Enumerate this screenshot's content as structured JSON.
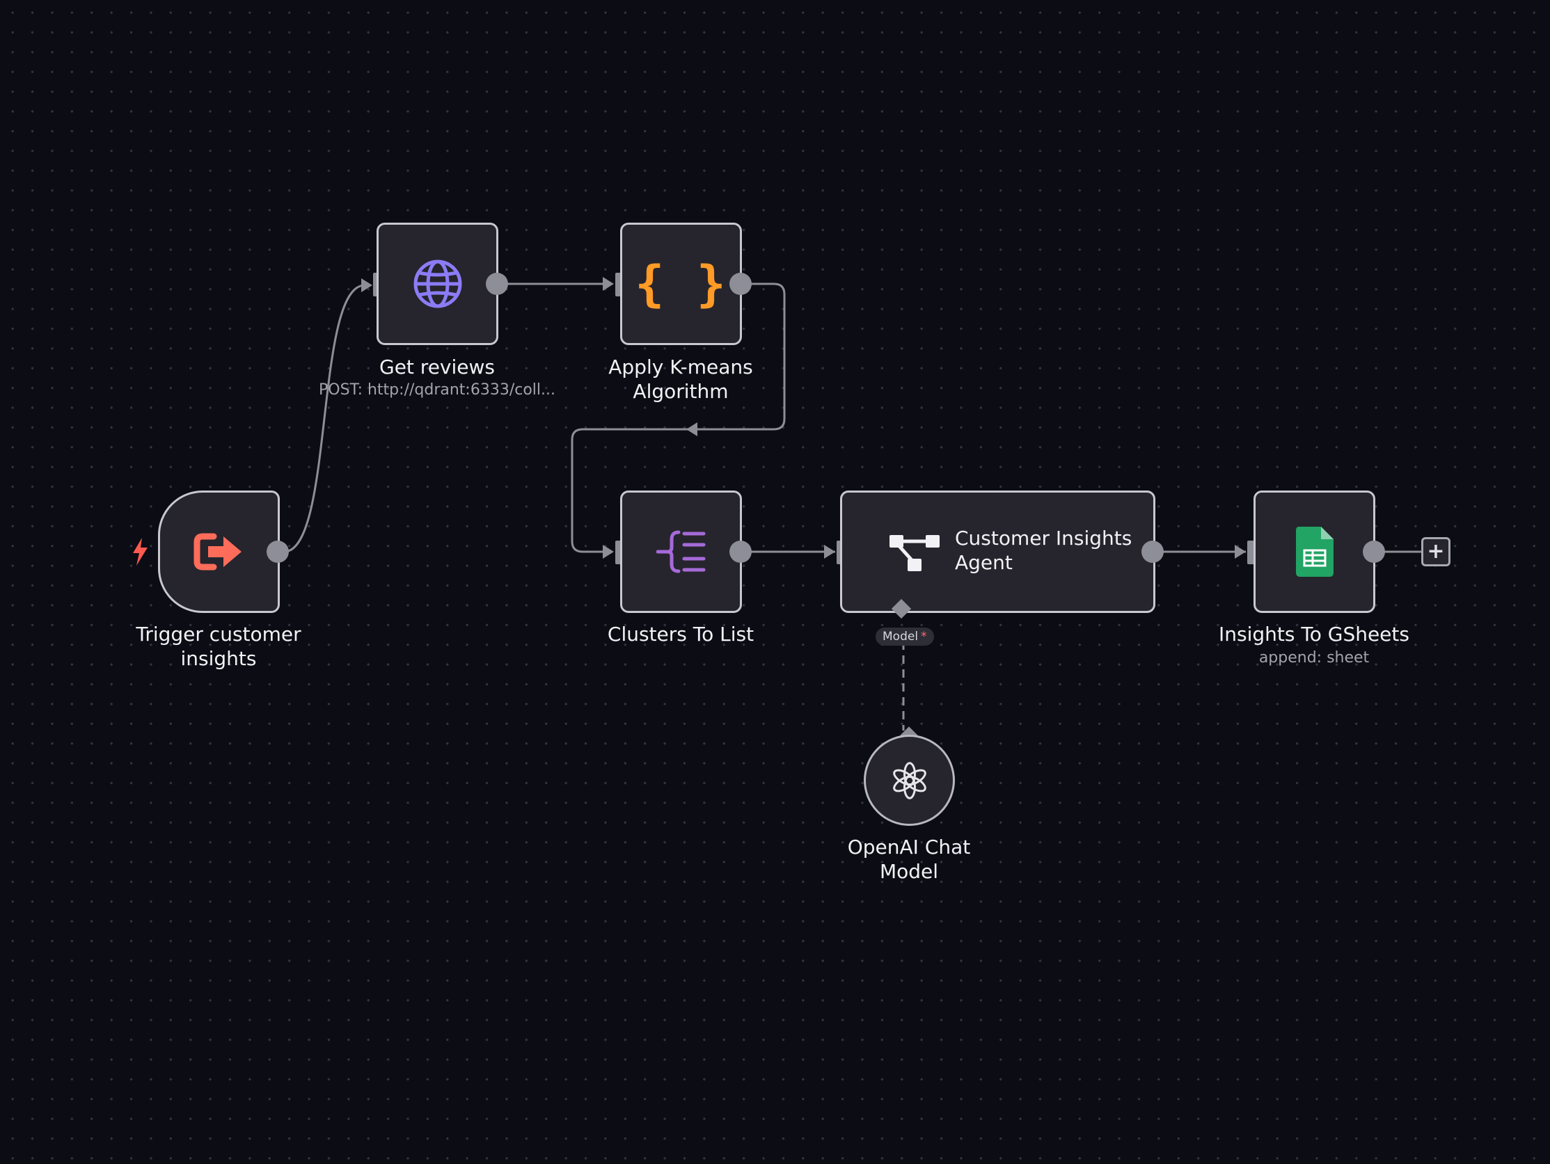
{
  "nodes": {
    "trigger": {
      "label_line1": "Trigger customer",
      "label_line2": "insights",
      "icon": "sign-out-arrow-icon",
      "color": "#ff6d5a"
    },
    "get_reviews": {
      "label": "Get reviews",
      "sublabel": "POST: http://qdrant:6333/coll...",
      "icon": "globe-icon",
      "color": "#8b7cf6"
    },
    "kmeans": {
      "label_line1": "Apply K-means",
      "label_line2": "Algorithm",
      "icon": "code-braces-icon",
      "icon_text": "{ }",
      "color": "#ff9b26"
    },
    "clusters": {
      "label": "Clusters To List",
      "icon": "split-out-icon",
      "color": "#a66ad9"
    },
    "agent": {
      "title_line1": "Customer Insights",
      "title_line2": "Agent",
      "icon": "agent-tree-icon",
      "port_label": "Model",
      "port_required": "*"
    },
    "gsheets": {
      "label": "Insights To GSheets",
      "sublabel": "append: sheet",
      "icon": "google-sheets-icon",
      "color": "#21a464"
    },
    "openai": {
      "label_line1": "OpenAI Chat",
      "label_line2": "Model",
      "icon": "openai-logo-icon"
    }
  },
  "add_node": {
    "icon": "plus-icon",
    "symbol": "+"
  }
}
